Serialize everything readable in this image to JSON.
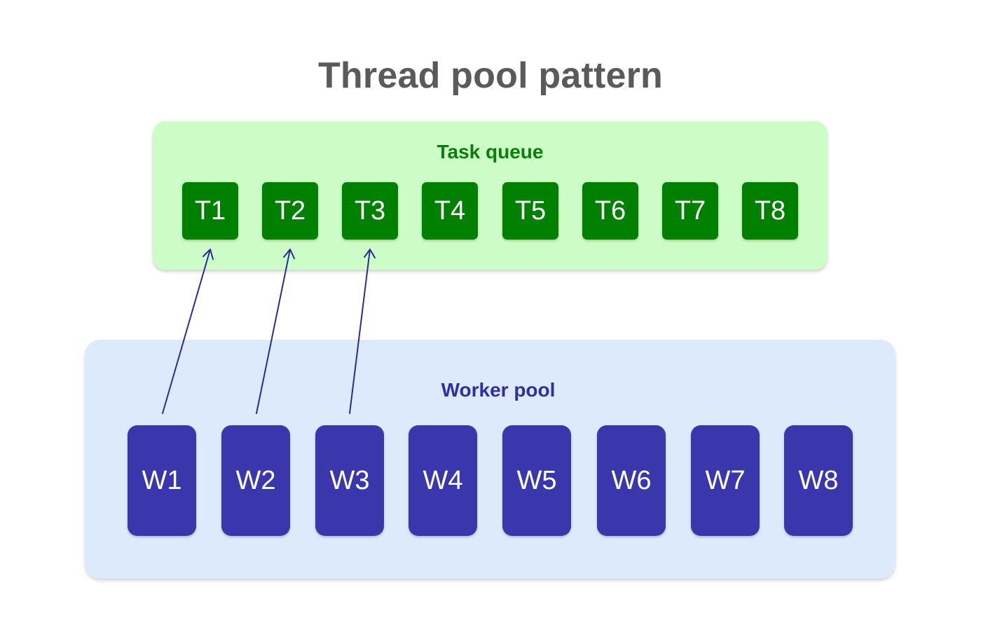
{
  "title": "Thread pool pattern",
  "task_queue": {
    "label": "Task queue",
    "tasks": [
      "T1",
      "T2",
      "T3",
      "T4",
      "T5",
      "T6",
      "T7",
      "T8"
    ]
  },
  "worker_pool": {
    "label": "Worker pool",
    "workers": [
      "W1",
      "W2",
      "W3",
      "W4",
      "W5",
      "W6",
      "W7",
      "W8"
    ]
  },
  "arrows": [
    {
      "from": "W1",
      "to": "T1"
    },
    {
      "from": "W2",
      "to": "T2"
    },
    {
      "from": "W3",
      "to": "T3"
    }
  ],
  "colors": {
    "title": "#5a5a5a",
    "queue_bg": "#ccfdc6",
    "queue_label": "#0a7d0a",
    "task_fill": "#008000",
    "pool_bg": "#ddeafb",
    "pool_label": "#2e2fa3",
    "worker_fill": "#3a37ac",
    "arrow": "#2a2a9e"
  }
}
